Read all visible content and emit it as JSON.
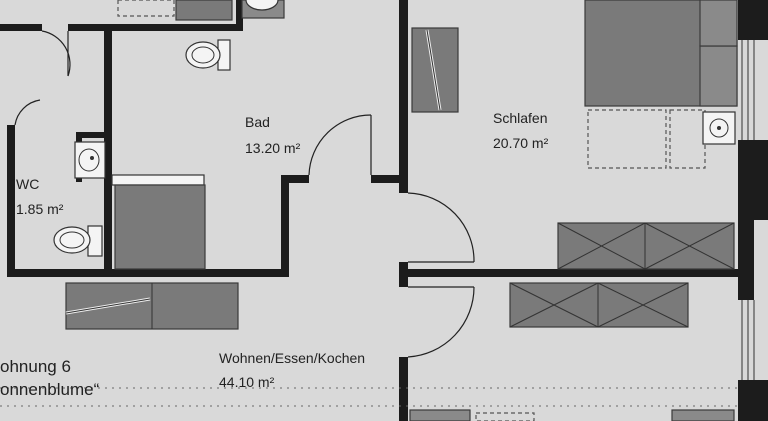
{
  "rooms": {
    "wc": {
      "name": "WC",
      "area": "1.85 m²"
    },
    "bad": {
      "name": "Bad",
      "area": "13.20 m²"
    },
    "schlafen": {
      "name": "Schlafen",
      "area": "20.70 m²"
    },
    "wohnen": {
      "name": "Wohnen/Essen/Kochen",
      "area": "44.10 m²"
    }
  },
  "apartment": {
    "number_label": "ohnung 6",
    "name_label": "onnenblume“"
  },
  "colors": {
    "background": "#d9d9d9",
    "wall": "#1c1c1c",
    "furniture": "#7a7a7a"
  }
}
